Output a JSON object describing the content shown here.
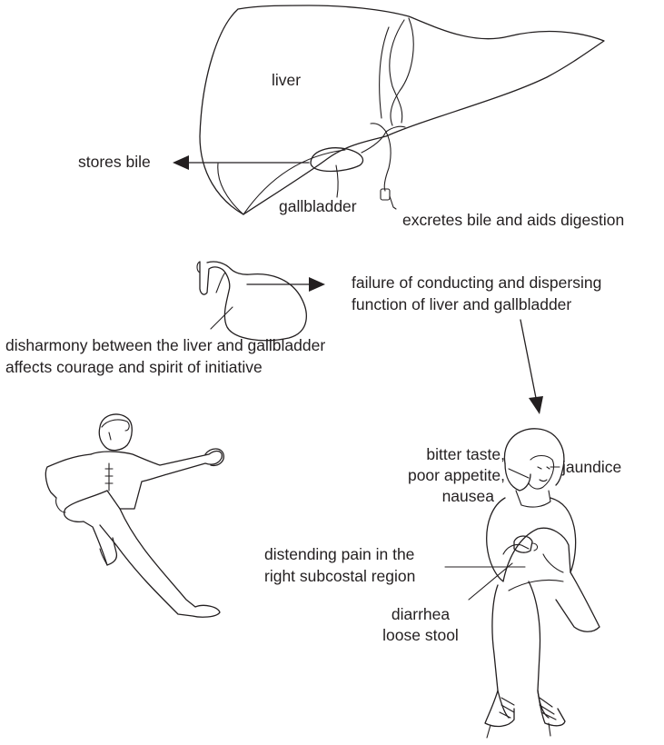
{
  "labels": {
    "liver": "liver",
    "stores_bile": "stores bile",
    "gallbladder": "gallbladder",
    "excretes_bile": "excretes bile and aids digestion",
    "failure_line1": "failure of conducting and dispersing",
    "failure_line2": "function of liver and gallbladder",
    "disharmony_line1": "disharmony between the liver and gallbladder",
    "disharmony_line2": "affects courage and spirit of initiative",
    "bitter_line1": "bitter taste,",
    "bitter_line2": "poor appetite,",
    "bitter_line3": "nausea",
    "jaundice": "jaundice",
    "pain_line1": "distending pain in the",
    "pain_line2": "right subcostal region",
    "diarrhea_line1": "diarrhea",
    "diarrhea_line2": "loose stool"
  },
  "colors": {
    "ink": "#231f20",
    "background": "#ffffff"
  }
}
